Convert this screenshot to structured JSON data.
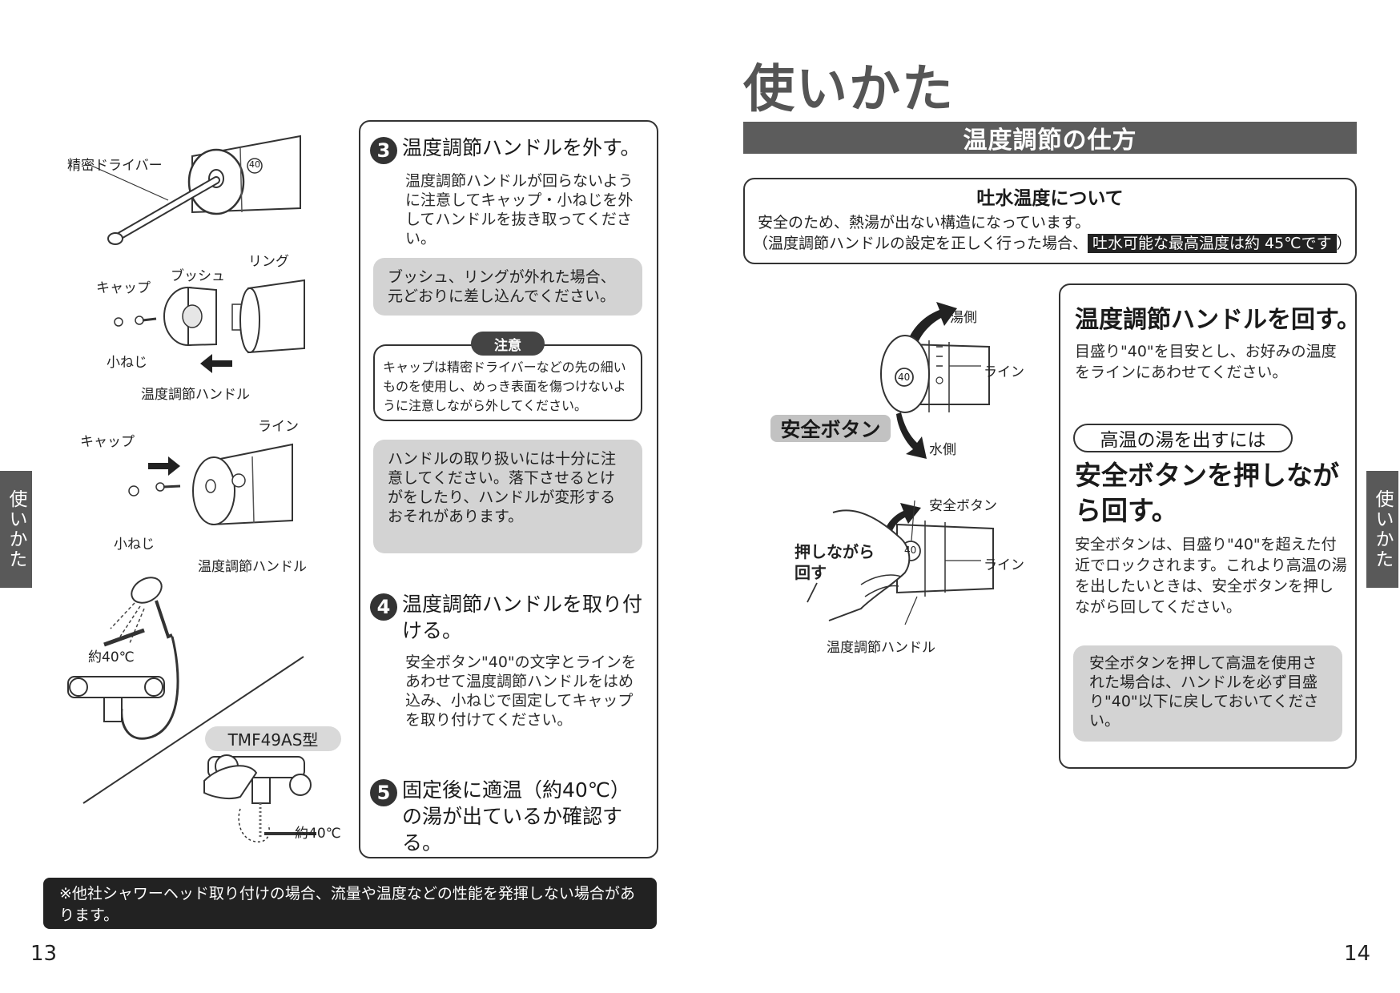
{
  "left_page": {
    "illustration_labels": {
      "screwdriver": "精密ドライバー",
      "cap_1": "キャップ",
      "bush": "ブッシュ",
      "ring": "リング",
      "small_screw_1": "小ねじ",
      "handle_1": "温度調節ハンドル",
      "cap_2": "キャップ",
      "line": "ライン",
      "small_screw_2": "小ねじ",
      "handle_2": "温度調節ハンドル",
      "temp_1": "約40℃",
      "model": "TMF49AS型",
      "temp_2": "約40℃",
      "dial_40": "40"
    },
    "step3": {
      "number": "3",
      "title": "温度調節ハンドルを外す。",
      "body": "温度調節ハンドルが回らないように注意してキャップ・小ねじを外してハンドルを抜き取ってください。",
      "note": "ブッシュ、リングが外れた場合、元どおりに差し込んでください。"
    },
    "caution": {
      "tag": "注意",
      "text": "キャップは精密ドライバーなどの先の細いものを使用し、めっき表面を傷つけないように注意しながら外してください。"
    },
    "handling_note": "ハンドルの取り扱いには十分に注意してください。落下させるとけがをしたり、ハンドルが変形するおそれがあります。",
    "step4": {
      "number": "4",
      "title": "温度調節ハンドルを取り付ける。",
      "body": "安全ボタン\"40\"の文字とラインをあわせて温度調節ハンドルをはめ込み、小ねじで固定してキャップを取り付けてください。"
    },
    "step5": {
      "number": "5",
      "title": "固定後に適温（約40℃）の湯が出ているか確認する。"
    },
    "footnote": "※他社シャワーヘッド取り付けの場合、流量や温度などの性能を発揮しない場合があります。",
    "page_number": "13",
    "side_tab": "使いかた"
  },
  "right_page": {
    "title": "使いかた",
    "section": "温度調節の仕方",
    "temp_box": {
      "heading": "吐水温度について",
      "line1": "安全のため、熱湯が出ない構造になっています。",
      "line2_prefix": "（温度調節ハンドルの設定を正しく行った場合、",
      "line2_highlight": "吐水可能な最高温度は約 45℃です",
      "line2_suffix": "）"
    },
    "diagram1": {
      "hot_side": "湯側",
      "line": "ライン",
      "safety_button": "安全ボタン",
      "cold_side": "水側",
      "dial_40": "40"
    },
    "diagram2": {
      "safety_button": "安全ボタン",
      "push_rotate": "押しながら\n回す",
      "line": "ライン",
      "handle": "温度調節ハンドル",
      "dial_40": "40"
    },
    "instructions": {
      "title": "温度調節ハンドルを回す。",
      "body": "目盛り\"40\"を目安とし、お好みの温度をラインにあわせてください。",
      "pill": "高温の湯を出すには",
      "subtitle": "安全ボタンを押しながら回す。",
      "body2": "安全ボタンは、目盛り\"40\"を超えた付近でロックされます。これより高温の湯を出したいときは、安全ボタンを押しながら回してください。",
      "note": "安全ボタンを押して高温を使用された場合は、ハンドルを必ず目盛り\"40\"以下に戻しておいてください。"
    },
    "page_number": "14",
    "side_tab": "使いかた"
  },
  "colors": {
    "dark": "#222222",
    "section_bar": "#5c5c5c",
    "note_grey": "#d3d3d3",
    "side_tab": "#595959"
  }
}
